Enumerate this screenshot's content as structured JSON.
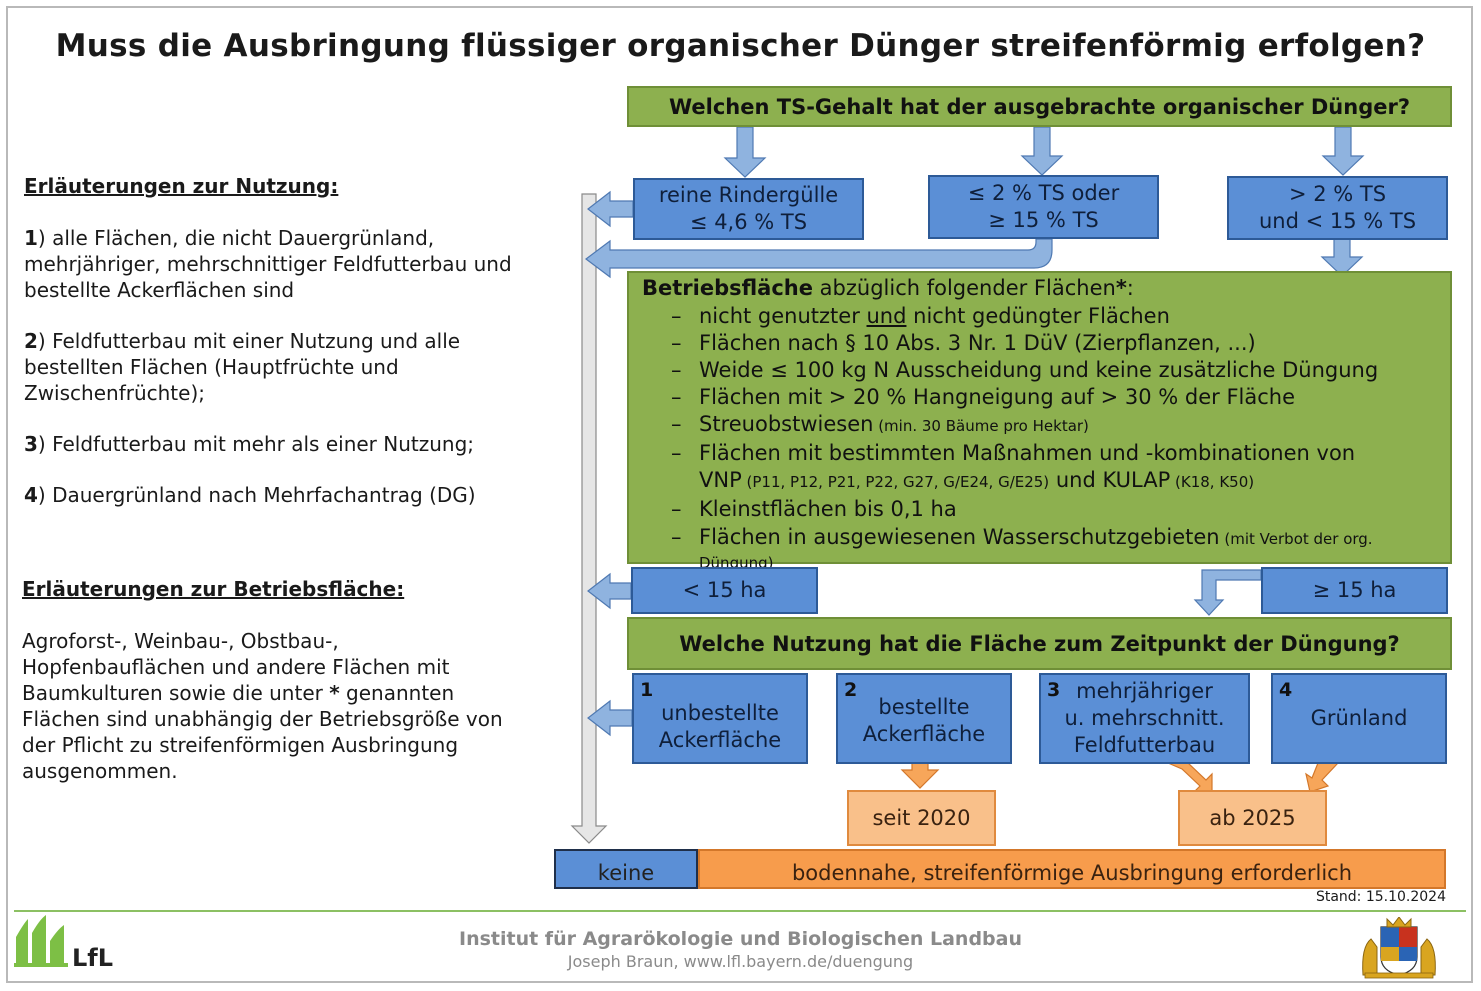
{
  "title": "Muss die Ausbringung flüssiger organischer Dünger streifenförmig erfolgen?",
  "notes_usage": {
    "heading": "Erläuterungen zur Nutzung:",
    "items": [
      {
        "num": "1",
        "text": ") alle Flächen, die nicht Dauergrünland, mehrjähriger, mehrschnittiger Feldfutterbau und bestellte Ackerflächen sind"
      },
      {
        "num": "2",
        "text": ") Feldfutterbau mit einer Nutzung und alle bestellten Flächen (Hauptfrüchte und Zwischenfrüchte);"
      },
      {
        "num": "3",
        "text": ") Feldfutterbau mit mehr als einer Nutzung;"
      },
      {
        "num": "4",
        "text": ") Dauergrünland nach Mehrfachantrag (DG)"
      }
    ]
  },
  "notes_area": {
    "heading": "Erläuterungen zur Betriebsfläche:",
    "text_a": "Agroforst-, Weinbau-, Obstbau-, Hopfenbauflächen und andere Flächen mit Baumkulturen sowie die unter ",
    "star": "*",
    "text_b": " genannten Flächen sind unabhängig der Betriebsgröße von der Pflicht zu streifenförmigen Ausbringung ausgenommen."
  },
  "q1": "Welchen TS-Gehalt hat der ausgebrachte organischer Dünger?",
  "ts_options": {
    "a1": "reine Rindergülle",
    "a2": "≤ 4,6 % TS",
    "b1": "≤ 2 % TS oder",
    "b2": "≥ 15 % TS",
    "c1": "> 2 % TS",
    "c2": "und < 15 % TS"
  },
  "betrieb": {
    "head_bold": "Betriebsfläche",
    "head_rest": " abzüglich folgender Flächen",
    "star": "*",
    "colon": ":",
    "l1a": "nicht genutzter ",
    "l1u": "und",
    "l1b": " nicht gedüngter Flächen",
    "l2": "Flächen nach § 10 Abs. 3 Nr. 1 DüV (Zierpflanzen, ...)",
    "l3": "Weide ≤ 100 kg N Ausscheidung und keine zusätzliche Düngung",
    "l4": "Flächen mit > 20 % Hangneigung auf > 30 % der Fläche",
    "l5": "Streuobstwiesen",
    "l5s": " (min. 30 Bäume pro Hektar)",
    "l6": "Flächen mit bestimmten Maßnahmen und -kombinationen von",
    "l6b": "VNP",
    "l6bs": " (P11, P12, P21, P22, G27, G/E24, G/E25)",
    "l6c": " und KULAP",
    "l6cs": " (K18, K50)",
    "l7": "Kleinstflächen bis 0,1 ha",
    "l8": "Flächen in ausgewiesenen Wasserschutzgebieten",
    "l8s": " (mit Verbot der org. Düngung)"
  },
  "size": {
    "small": "< 15 ha",
    "large": "≥ 15 ha"
  },
  "q2": "Welche Nutzung hat die Fläche zum Zeitpunkt der Düngung?",
  "usage": [
    {
      "num": "1",
      "l1": "unbestellte",
      "l2": "Ackerfläche",
      "l3": ""
    },
    {
      "num": "2",
      "l1": "bestellte",
      "l2": "Ackerfläche",
      "l3": ""
    },
    {
      "num": "3",
      "l1": "mehrjähriger",
      "l2": "u. mehrschnitt.",
      "l3": "Feldfutterbau"
    },
    {
      "num": "4",
      "l1": "Grünland",
      "l2": "",
      "l3": ""
    }
  ],
  "since": "seit 2020",
  "from": "ab 2025",
  "result_none": "keine",
  "result_req": "bodennahe, streifenförmige Ausbringung erforderlich",
  "stand": "Stand: 15.10.2024",
  "footer": {
    "institute": "Institut für Agrarökologie und Biologischen Landbau",
    "author": "Joseph Braun, www.lfl.bayern.de/duengung",
    "logo_text": "LfL"
  },
  "colors": {
    "green": "#8db04f",
    "blue": "#5b8fd6",
    "orange": "#f79c4c",
    "light_orange": "#f9c08a",
    "arrow_blue": "#8fb3df"
  }
}
